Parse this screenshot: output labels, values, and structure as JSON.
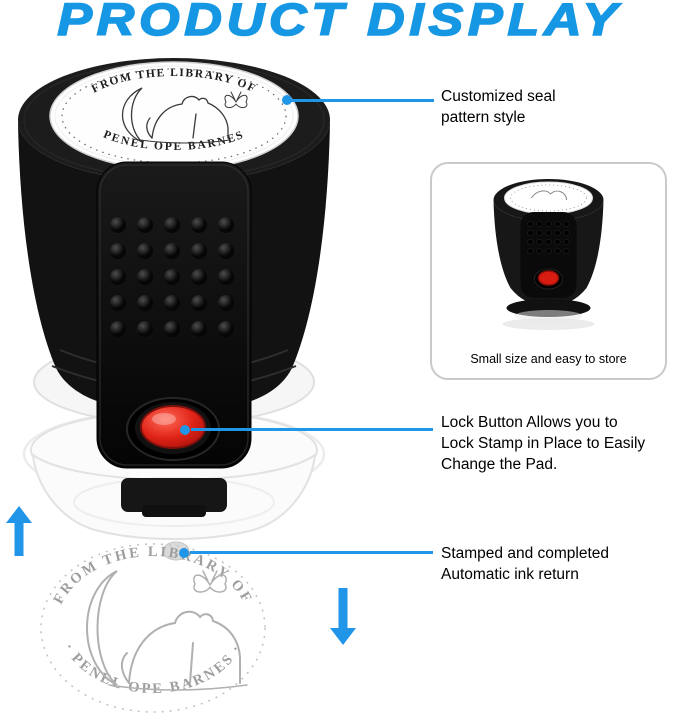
{
  "page": {
    "title": "PRODUCT DISPLAY"
  },
  "colors": {
    "title_blue": "#1697e4",
    "callout_blue": "#2196e8",
    "lock_button_red": "#e02417"
  },
  "stamp": {
    "seal_top_text": "FROM THE LIBRARY OF",
    "seal_bottom_text": "PENEL OPE BARNES"
  },
  "imprint": {
    "top_text": "FROM THE LIBRARY OF",
    "bottom_text": "· PENEL OPE BARNES ·"
  },
  "inset": {
    "caption": "Small size and easy to store"
  },
  "callouts": [
    {
      "lines": [
        "Customized seal",
        "pattern style"
      ]
    },
    {
      "lines": [
        "Lock Button Allows you to",
        "Lock Stamp in Place to Easily",
        "Change the Pad."
      ]
    },
    {
      "lines": [
        "Stamped and completed",
        "Automatic ink return"
      ]
    }
  ]
}
